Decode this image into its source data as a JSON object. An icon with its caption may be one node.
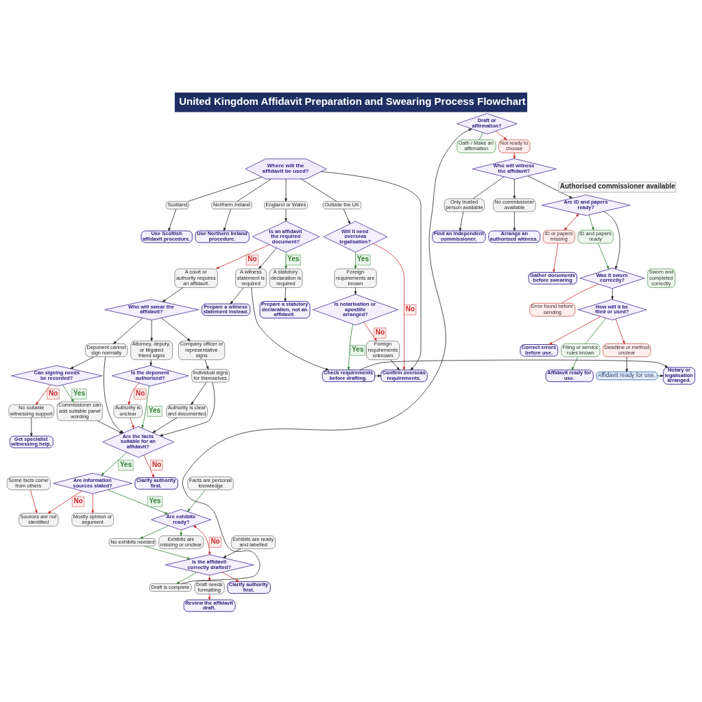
{
  "diagram": {
    "title": "United Kingdom Affidavit Preparation and Swearing Process Flowchart",
    "nodes": [
      {
        "text": [
          "Where will the affidavit be used?"
        ]
      },
      {
        "text": [
          "England or Wales"
        ]
      },
      {
        "text": [
          "Scotland"
        ]
      },
      {
        "text": [
          "Northern Ireland"
        ]
      },
      {
        "text": [
          "Use Scottish affidavit procedure."
        ]
      },
      {
        "text": [
          "Use Northern Ireland procedure."
        ]
      },
      {
        "text": [
          "Is an affidavit the required document?"
        ]
      },
      {
        "text": [
          "A court or authority requires an affidavit."
        ]
      },
      {
        "text": [
          "A statutory declaration is required"
        ]
      },
      {
        "text": [
          "A witness statement is required"
        ]
      },
      {
        "text": [
          "Prepare a statutory declaration, not an affidavit."
        ]
      },
      {
        "text": [
          "Prepare a witness statement instead."
        ]
      },
      {
        "text": [
          "Who will swear the affidavit?"
        ]
      },
      {
        "text": [
          "Company officer or representative signs"
        ]
      },
      {
        "text": [
          "Attorney, deputy, or litigated friend signs"
        ]
      },
      {
        "text": [
          "Deponent cannot sign normally"
        ]
      },
      {
        "text": [
          "Individual signs for themselves"
        ]
      },
      {
        "text": [
          "Is the deponent authorised?"
        ]
      },
      {
        "text": [
          "Can signing needs be recorded?"
        ]
      },
      {
        "text": [
          "Authority is clear and documented"
        ]
      },
      {
        "text": [
          "Authority is unclear"
        ]
      },
      {
        "text": [
          "Commissioner can add suitable panel wording"
        ]
      },
      {
        "text": [
          "No suitable witnessing support"
        ]
      },
      {
        "text": [
          "Get specialist witnessing help."
        ]
      },
      {
        "text": [
          "Are the facts suitable for an affidavit?"
        ]
      },
      {
        "text": [
          "Clarify authority first."
        ]
      },
      {
        "text": [
          "Are information sources stated?"
        ]
      },
      {
        "text": [
          "Some facts come from others"
        ]
      },
      {
        "text": [
          "Mostly opinion or argument"
        ]
      },
      {
        "text": [
          "Facts are personal knowledge"
        ]
      },
      {
        "text": [
          "Sources are not identified"
        ]
      },
      {
        "text": [
          "Are exhibits ready?"
        ]
      },
      {
        "text": [
          "No exhibits needed"
        ]
      },
      {
        "text": [
          "Exhibits are ready and labelled"
        ]
      },
      {
        "text": [
          "Exhibits are missing or unclear"
        ]
      },
      {
        "text": [
          "Is the affidavit correctly drafted?"
        ]
      },
      {
        "text": [
          "Clarify authority first."
        ]
      },
      {
        "text": [
          "Draft is complete"
        ]
      },
      {
        "text": [
          "Draft needs formatting"
        ]
      },
      {
        "text": [
          "Review the affidavit draft."
        ]
      },
      {
        "text": [
          "Draft or affirmation?"
        ]
      },
      {
        "text": [
          "Oath / Make an affirmation"
        ]
      },
      {
        "text": [
          "Not ready to choose"
        ]
      },
      {
        "text": [
          "Who will witness the affidavit?"
        ]
      },
      {
        "text": [
          "Only trusted person available"
        ]
      },
      {
        "text": [
          "No commissioner available"
        ]
      },
      {
        "text": [
          "Are ID and papers ready?"
        ]
      },
      {
        "text": [
          "ID or papers missing"
        ]
      },
      {
        "text": [
          "Find an independent commissioner."
        ]
      },
      {
        "text": [
          "Arrange an authorised witness."
        ]
      },
      {
        "text": [
          "ID and papers ready"
        ]
      },
      {
        "text": [
          "Was it sworn correctly?"
        ]
      },
      {
        "text": [
          "Gather documents before swearing"
        ]
      },
      {
        "text": [
          "Sworn and completed correctly"
        ]
      },
      {
        "text": [
          "Error found before sending"
        ]
      },
      {
        "text": [
          "How will it be filed or used?"
        ]
      },
      {
        "text": [
          "Correct errors before use."
        ]
      },
      {
        "text": [
          "Filing or service rules known"
        ]
      },
      {
        "text": [
          "Deadline or method unclear"
        ]
      },
      {
        "text": [
          "Affidavit ready for use."
        ]
      },
      {
        "text": [
          "Affidavit ready for use."
        ]
      },
      {
        "text": [
          "Notary or legalisation arranged."
        ]
      },
      {
        "text": [
          "Check requirements before drafting."
        ]
      },
      {
        "text": [
          "Confirm overseas requirements."
        ]
      },
      {
        "text": [
          "Outside the UK"
        ]
      },
      {
        "text": [
          "Will it need overseas legalisation?"
        ]
      },
      {
        "text": [
          "Foreign requirements are known"
        ]
      },
      {
        "text": [
          "Is notarisation or apostille arranged?"
        ]
      },
      {
        "text": [
          "Foreign requirements unknown"
        ]
      }
    ],
    "edges": [
      {
        "from": 0,
        "to": 1,
        "arrow": "to"
      },
      {
        "from": 0,
        "to": 2,
        "arrow": "none"
      },
      {
        "from": 0,
        "to": 3,
        "arrow": "none"
      },
      {
        "from": 0,
        "to": 64,
        "arrow": "none"
      },
      {
        "from": 0,
        "to": 63,
        "arrow": "to"
      },
      {
        "from": 2,
        "to": 4,
        "arrow": "to"
      },
      {
        "from": 3,
        "to": 5,
        "arrow": "to"
      },
      {
        "from": 1,
        "to": 6,
        "arrow": "to"
      },
      {
        "from": 6,
        "to": 7,
        "arrow": "to",
        "label": "No",
        "color": "#c62828"
      },
      {
        "from": 6,
        "to": 8,
        "arrow": "to",
        "label": "Yes",
        "color": "#2e7d32"
      },
      {
        "from": 6,
        "to": 9,
        "arrow": "to"
      },
      {
        "from": 8,
        "to": 10,
        "arrow": "to"
      },
      {
        "from": 9,
        "to": 11,
        "arrow": "to"
      },
      {
        "from": 9,
        "to": 62,
        "arrow": "to"
      },
      {
        "from": 7,
        "to": 12,
        "arrow": "to"
      },
      {
        "from": 12,
        "to": 13,
        "arrow": "to"
      },
      {
        "from": 12,
        "to": 14,
        "arrow": "to"
      },
      {
        "from": 12,
        "to": 15,
        "arrow": "to"
      },
      {
        "from": 13,
        "to": 16,
        "arrow": "to"
      },
      {
        "from": 14,
        "to": 17,
        "arrow": "to"
      },
      {
        "from": 15,
        "to": 18,
        "arrow": "to"
      },
      {
        "from": 15,
        "to": 24,
        "arrow": "to"
      },
      {
        "from": 16,
        "to": 19,
        "arrow": "to"
      },
      {
        "from": 16,
        "to": 24,
        "arrow": "to"
      },
      {
        "from": 19,
        "to": 24,
        "arrow": "to"
      },
      {
        "from": 17,
        "to": 24,
        "arrow": "to",
        "label": "Yes",
        "color": "#2e7d32"
      },
      {
        "from": 17,
        "to": 20,
        "arrow": "to",
        "label": "No",
        "color": "#c62828"
      },
      {
        "from": 20,
        "to": 24,
        "arrow": "to",
        "color": "#c62828"
      },
      {
        "from": 18,
        "to": 21,
        "arrow": "to",
        "label": "Yes",
        "color": "#2e7d32"
      },
      {
        "from": 18,
        "to": 22,
        "arrow": "to",
        "label": "No",
        "color": "#c62828"
      },
      {
        "from": 21,
        "to": 24,
        "arrow": "to"
      },
      {
        "from": 22,
        "to": 23,
        "arrow": "to"
      },
      {
        "from": 24,
        "to": 25,
        "arrow": "to",
        "label": "No",
        "color": "#c62828"
      },
      {
        "from": 24,
        "to": 26,
        "arrow": "to",
        "label": "Yes",
        "color": "#2e7d32"
      },
      {
        "from": 26,
        "to": 28,
        "arrow": "to",
        "color": "#c62828"
      },
      {
        "from": 26,
        "to": 30,
        "arrow": "to",
        "label": "No",
        "color": "#c62828"
      },
      {
        "from": 27,
        "to": 30,
        "arrow": "to",
        "color": "#c62828"
      },
      {
        "from": 26,
        "to": 31,
        "arrow": "to",
        "label": "Yes",
        "color": "#2e7d32"
      },
      {
        "from": 29,
        "to": 31,
        "arrow": "to",
        "color": "#2e7d32"
      },
      {
        "from": 31,
        "to": 32,
        "arrow": "to",
        "color": "#2e7d32"
      },
      {
        "from": 31,
        "to": 34,
        "arrow": "to",
        "color": "#2e7d32"
      },
      {
        "from": 33,
        "to": 35,
        "arrow": "to"
      },
      {
        "from": 32,
        "to": 35,
        "arrow": "to",
        "color": "#2e7d32"
      },
      {
        "from": 35,
        "to": 31,
        "arrow": "both",
        "label": "No",
        "color": "#c62828"
      },
      {
        "from": 35,
        "to": 36,
        "arrow": "to",
        "color": "#c62828"
      },
      {
        "from": 35,
        "to": 37,
        "arrow": "to",
        "color": "#2e7d32"
      },
      {
        "from": 35,
        "to": 38,
        "arrow": "to",
        "color": "#c62828"
      },
      {
        "from": 38,
        "to": 39,
        "arrow": "to",
        "color": "#c62828"
      },
      {
        "from": 37,
        "to": 40,
        "arrow": "to"
      },
      {
        "from": 40,
        "to": 41,
        "arrow": "none",
        "color": "#2e7d32"
      },
      {
        "from": 40,
        "to": 42,
        "arrow": "to",
        "color": "#c62828"
      },
      {
        "from": 42,
        "to": 43,
        "arrow": "to",
        "color": "#c62828"
      },
      {
        "from": 43,
        "to": 46,
        "arrow": "to",
        "label": "Authorised commissioner available"
      },
      {
        "from": 43,
        "to": 44,
        "arrow": "none"
      },
      {
        "from": 44,
        "to": 48,
        "arrow": "to"
      },
      {
        "from": 43,
        "to": 45,
        "arrow": "to"
      },
      {
        "from": 45,
        "to": 49,
        "arrow": "to"
      },
      {
        "from": 46,
        "to": 50,
        "arrow": "to",
        "color": "#2e7d32"
      },
      {
        "from": 46,
        "to": 47,
        "arrow": "both",
        "color": "#c62828"
      },
      {
        "from": 47,
        "to": 52,
        "arrow": "to",
        "color": "#c62828"
      },
      {
        "from": 46,
        "to": 51,
        "arrow": "to"
      },
      {
        "from": 50,
        "to": 51,
        "arrow": "to",
        "color": "#2e7d32"
      },
      {
        "from": 51,
        "to": 54,
        "arrow": "none",
        "color": "#c62828"
      },
      {
        "from": 51,
        "to": 55,
        "arrow": "to"
      },
      {
        "from": 55,
        "to": 56,
        "arrow": "to",
        "color": "#c62828"
      },
      {
        "from": 55,
        "to": 57,
        "arrow": "none",
        "color": "#2e7d32"
      },
      {
        "from": 55,
        "to": 58,
        "arrow": "to",
        "color": "#c62828"
      },
      {
        "from": 57,
        "to": 59,
        "arrow": "to",
        "color": "#2e7d32"
      },
      {
        "from": 58,
        "to": 60,
        "arrow": "to"
      },
      {
        "from": 60,
        "to": 61,
        "arrow": "to"
      },
      {
        "from": 62,
        "to": 61,
        "arrow": "to"
      },
      {
        "from": 62,
        "to": 63,
        "arrow": "to"
      },
      {
        "from": 64,
        "to": 65,
        "arrow": "to"
      },
      {
        "from": 65,
        "to": 66,
        "arrow": "to",
        "label": "Yes",
        "color": "#2e7d32"
      },
      {
        "from": 65,
        "to": 63,
        "arrow": "to",
        "label": "No",
        "color": "#c62828"
      },
      {
        "from": 66,
        "to": 67,
        "arrow": "to"
      },
      {
        "from": 67,
        "to": 62,
        "arrow": "to",
        "label": "Yes",
        "color": "#2e7d32"
      },
      {
        "from": 67,
        "to": 68,
        "arrow": "to",
        "label": "No",
        "color": "#c62828"
      },
      {
        "from": 68,
        "to": 63,
        "arrow": "to"
      }
    ]
  }
}
